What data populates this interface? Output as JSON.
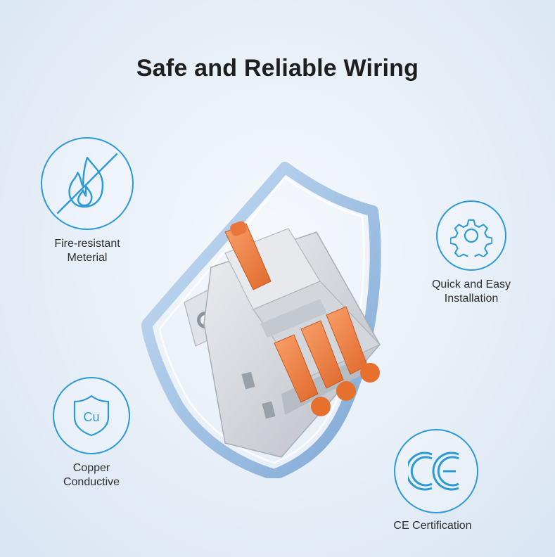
{
  "title": "Safe and Reliable Wiring",
  "colors": {
    "accent": "#2b9ad6",
    "lever": "#f07c3c",
    "housing": "#d9dde2",
    "shield": "#8fb6df"
  },
  "features": {
    "fire": {
      "icon": "no-fire-icon",
      "label": "Fire-resistant\nMeterial"
    },
    "install": {
      "icon": "gear-icon",
      "label": "Quick and Easy\nInstallation"
    },
    "copper": {
      "icon": "cu-shield-icon",
      "icon_text": "Cu",
      "label": "Copper\nConductive"
    },
    "ce": {
      "icon": "ce-mark-icon",
      "label": "CE Certification"
    }
  }
}
